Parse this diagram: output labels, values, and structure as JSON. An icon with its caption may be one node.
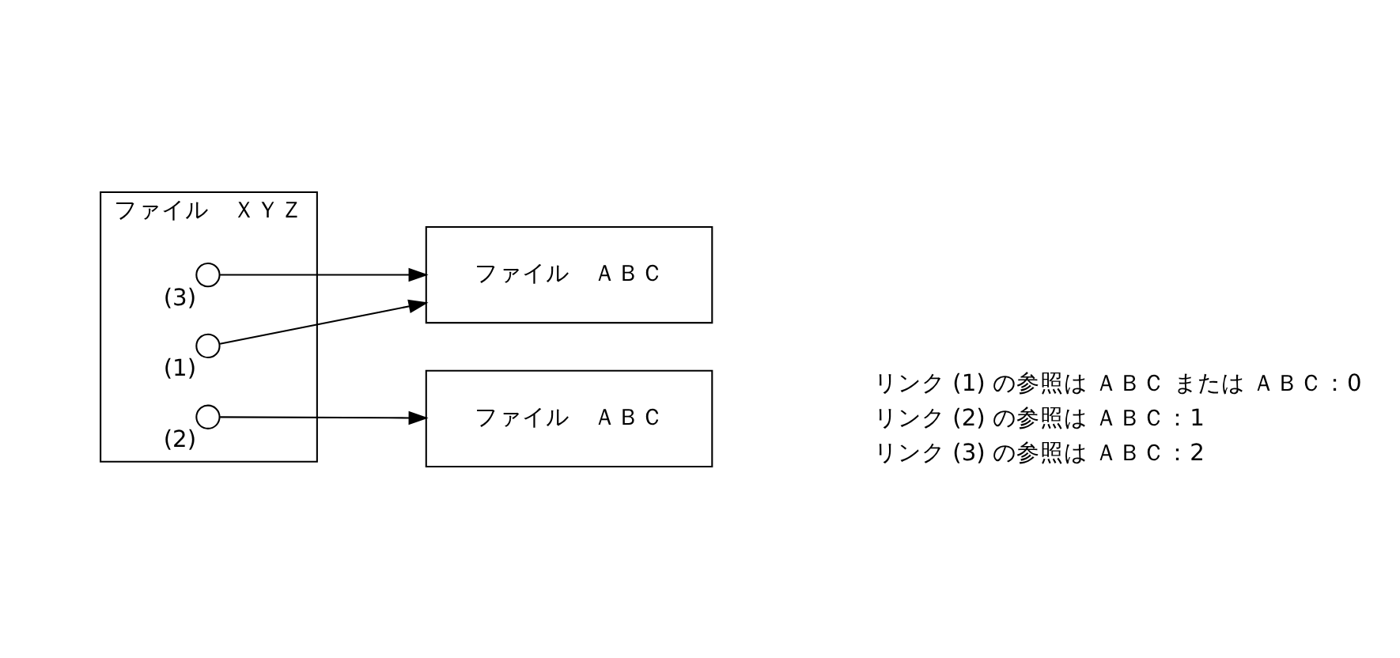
{
  "diagram": {
    "nodes": [
      {
        "text": [
          "ファイル　ＸＹＺ"
        ]
      },
      {
        "text": [],
        "shape": "circle",
        "beside": [
          "(1)"
        ],
        "in": 0
      },
      {
        "text": [],
        "shape": "circle",
        "beside": [
          "(2)"
        ],
        "in": 0
      },
      {
        "text": [],
        "shape": "circle",
        "beside": [
          "(3)"
        ],
        "in": 0
      },
      {
        "text": [
          "ファイル　ＡＢＣ"
        ]
      },
      {
        "text": [
          "ファイル　ＡＢＣ"
        ]
      }
    ],
    "edges": [
      {
        "from": 1,
        "to": 4,
        "arrow": "to"
      },
      {
        "from": 3,
        "to": 4,
        "arrow": "to"
      },
      {
        "from": 2,
        "to": 5,
        "arrow": "to"
      }
    ],
    "labels": [
      "リンク (1) の参照は ＡＢＣ または ＡＢＣ：0",
      "リンク (2) の参照は ＡＢＣ：1",
      "リンク (3) の参照は ＡＢＣ：2"
    ]
  }
}
